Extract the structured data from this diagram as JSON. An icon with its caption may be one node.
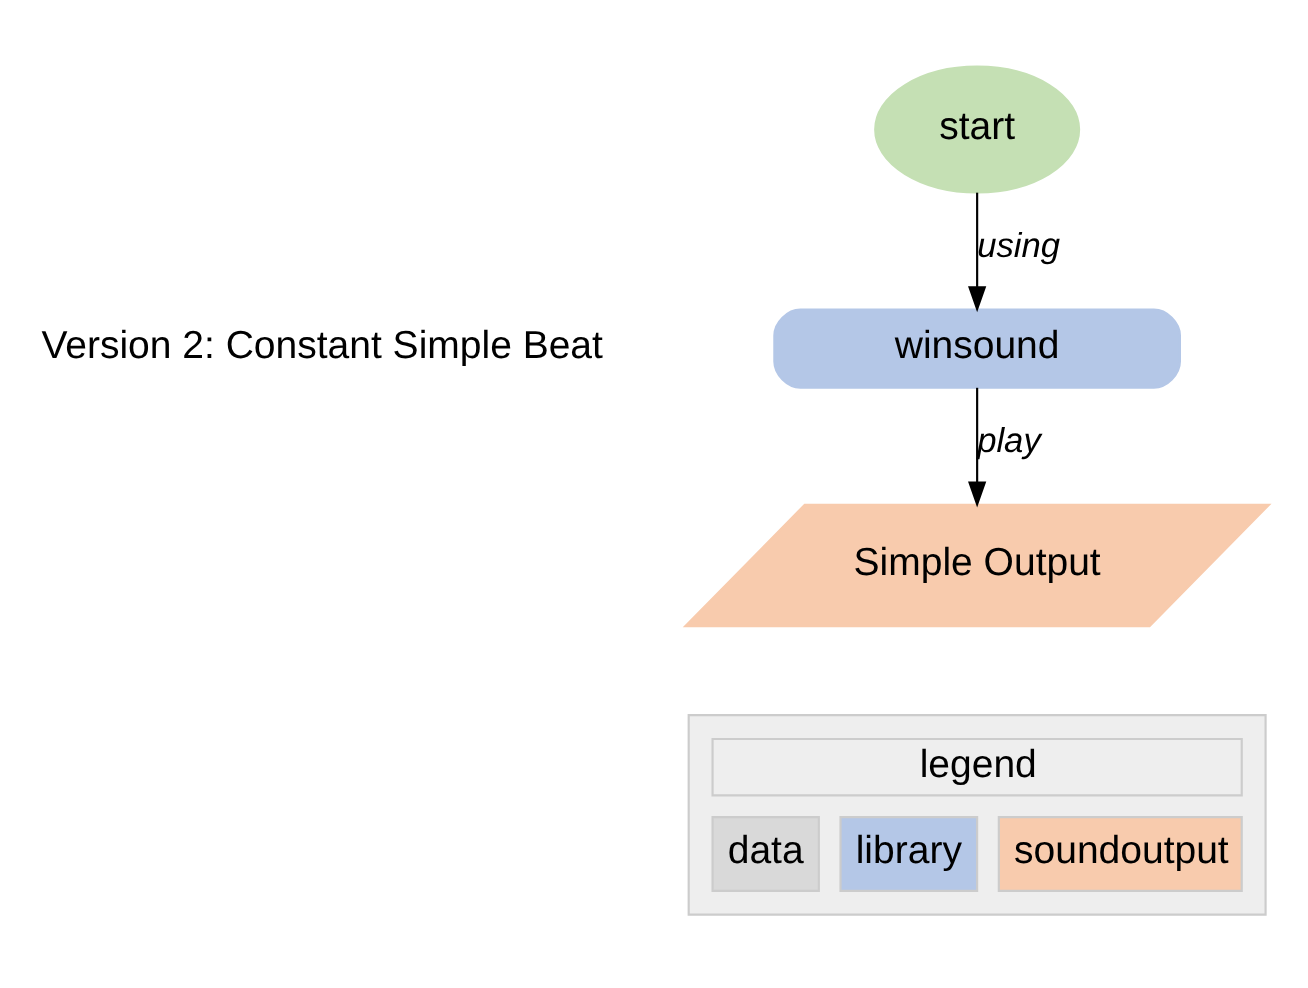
{
  "diagram": {
    "nodes": [
      {
        "text": [
          "start"
        ]
      },
      {
        "text": [
          "winsound"
        ]
      },
      {
        "text": [
          "Simple Output"
        ]
      }
    ],
    "edges": [
      {
        "from": 0,
        "to": 1,
        "arrow": "to",
        "label": "using"
      },
      {
        "from": 1,
        "to": 2,
        "arrow": "to",
        "label": "play"
      }
    ],
    "labels": [
      "Version 2: Constant Simple Beat",
      "legend"
    ],
    "legend": [
      {
        "text": "data",
        "color": "#d9d9d9"
      },
      {
        "text": "library",
        "color": "#b4c7e7"
      },
      {
        "text": "soundoutput",
        "color": "#f8cbad"
      }
    ]
  }
}
